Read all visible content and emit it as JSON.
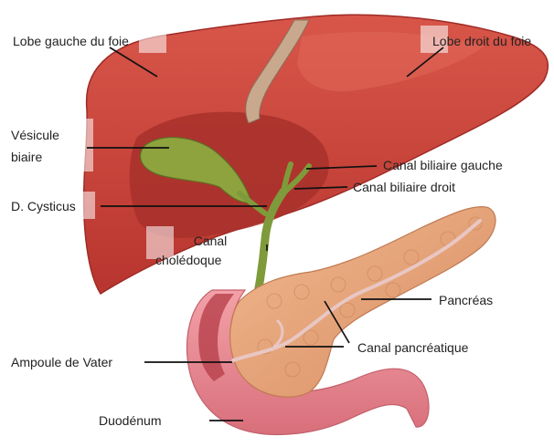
{
  "labels": {
    "lobe_gauche": "Lobe gauche du foie",
    "lobe_droit": "Lobe droit du foie",
    "vesicule_line1": "Vésicule",
    "vesicule_line2": "biaire",
    "d_cysticus": "D. Cysticus",
    "canal_choledoque_line1": "Canal",
    "canal_choledoque_line2": "cholédoque",
    "canal_biliaire_gauche": "Canal biliaire gauche",
    "canal_biliaire_droit": "Canal biliaire droit",
    "pancreas": "Pancréas",
    "canal_pancreatique": "Canal pancréatique",
    "ampoule_de_vater": "Ampoule de Vater",
    "duodenum": "Duodénum"
  },
  "colors": {
    "liver": "#c8433a",
    "liver_dark": "#9f2b26",
    "gallbladder": "#8ea23e",
    "bile_duct": "#7f9a3a",
    "pancreas": "#e8a77a",
    "duodenum": "#e97f8a",
    "duct_line": "#e8c7c4",
    "leader_line": "#111111"
  }
}
